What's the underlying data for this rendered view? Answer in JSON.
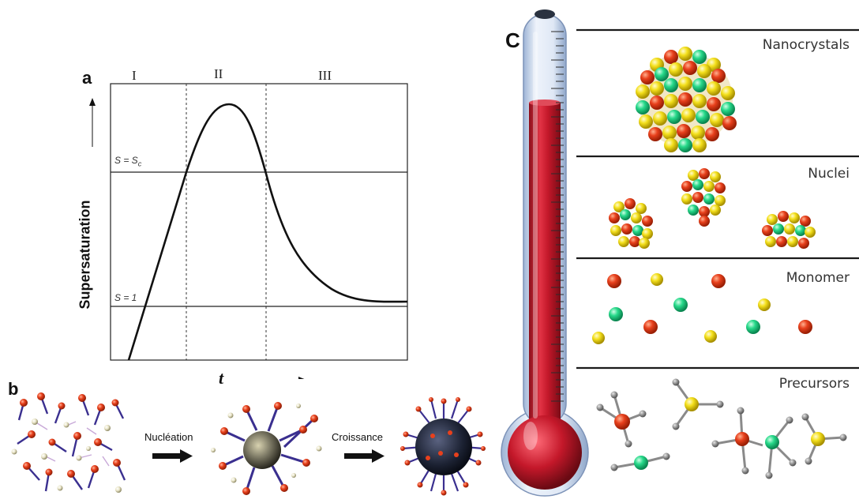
{
  "panel_a": {
    "letter": "a",
    "regions": [
      "I",
      "II",
      "III"
    ],
    "y_axis_label": "Supersaturation",
    "x_axis_label": "t",
    "level_sc_main": "S = S",
    "level_sc_sub": "c",
    "level_one": "S = 1"
  },
  "panel_b": {
    "letter": "b",
    "step1_label": "Nucléation",
    "step2_label": "Croissance"
  },
  "panel_c": {
    "letter": "C",
    "stages": [
      "Nanocrystals",
      "Nuclei",
      "Monomer",
      "Precursors"
    ]
  },
  "colors": {
    "red": "#e8401c",
    "yellow": "#f4e01c",
    "green": "#27d98a",
    "mercury": "#c4182a",
    "ligand": "#3a2f8f"
  }
}
